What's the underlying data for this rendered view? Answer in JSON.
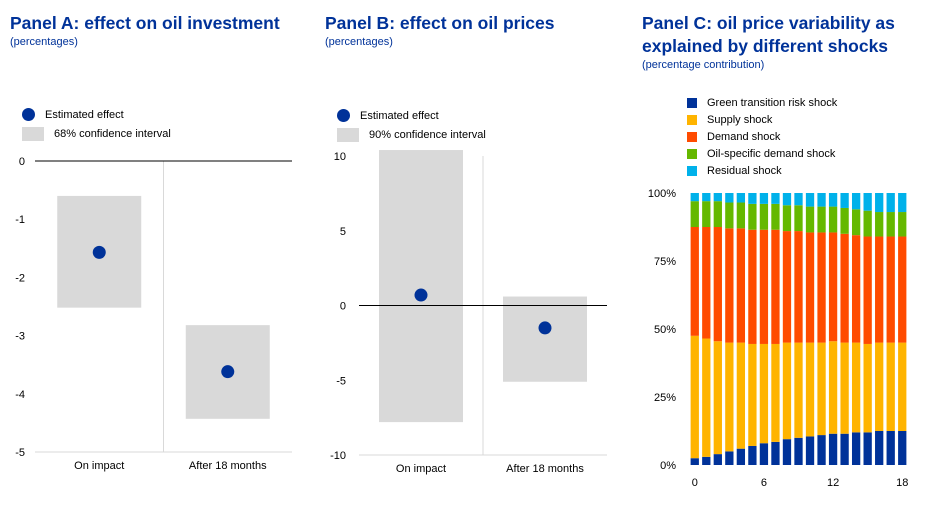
{
  "panel_a": {
    "title": "Panel A: effect on oil investment",
    "subtitle": "(percentages)",
    "legend": {
      "estimate": "Estimated effect",
      "interval": "68% confidence interval"
    }
  },
  "panel_b": {
    "title": "Panel B: effect on oil prices",
    "subtitle": "(percentages)",
    "legend": {
      "estimate": "Estimated effect",
      "interval": "90% confidence interval"
    }
  },
  "panel_c": {
    "title_line1": "Panel C: oil price variability as",
    "title_line2": "explained by different shocks",
    "subtitle": "(percentage contribution)"
  },
  "chart_data": [
    {
      "type": "scatter",
      "title": "Panel A: effect on oil investment",
      "categories": [
        "On impact",
        "After 18 months"
      ],
      "estimates": [
        -1.57,
        -3.62
      ],
      "ci_low": [
        -2.52,
        -4.43
      ],
      "ci_high": [
        -0.6,
        -2.82
      ],
      "ylim": [
        -5,
        0
      ],
      "yticks": [
        "0",
        "-1",
        "-2",
        "-3",
        "-4",
        "-5"
      ],
      "ytick_values": [
        0,
        -1,
        -2,
        -3,
        -4,
        -5
      ]
    },
    {
      "type": "scatter",
      "title": "Panel B: effect on oil prices",
      "categories": [
        "On impact",
        "After 18 months"
      ],
      "estimates": [
        0.7,
        -1.5
      ],
      "ci_low": [
        -7.8,
        -5.1
      ],
      "ci_high": [
        10.4,
        0.6
      ],
      "ylim": [
        -10,
        10
      ],
      "yticks": [
        "10",
        "5",
        "0",
        "-5",
        "-10"
      ],
      "ytick_values": [
        10,
        5,
        0,
        -5,
        -10
      ]
    },
    {
      "type": "bar",
      "stacked": true,
      "title": "Panel C: oil price variability as explained by different shocks",
      "x": [
        0,
        1,
        2,
        3,
        4,
        5,
        6,
        7,
        8,
        9,
        10,
        11,
        12,
        13,
        14,
        15,
        16,
        17,
        18
      ],
      "xticks": [
        "0",
        "6",
        "12",
        "18"
      ],
      "xtick_values": [
        0,
        6,
        12,
        18
      ],
      "yticks": [
        "0%",
        "25%",
        "50%",
        "75%",
        "100%"
      ],
      "ytick_values": [
        0,
        25,
        50,
        75,
        100
      ],
      "ylim": [
        0,
        100
      ],
      "series": [
        {
          "name": "Green transition risk shock",
          "color": "#003299",
          "values": [
            2.5,
            3,
            4,
            5,
            6,
            7,
            8,
            8.5,
            9.5,
            10,
            10.5,
            11,
            11.5,
            11.5,
            12,
            12,
            12.5,
            12.5,
            12.5
          ]
        },
        {
          "name": "Supply shock",
          "color": "#ffb400",
          "values": [
            45,
            43.5,
            41.5,
            40,
            39,
            37.5,
            36.5,
            36,
            35.5,
            35,
            34.5,
            34,
            34,
            33.5,
            33,
            32.5,
            32.5,
            32.5,
            32.5
          ]
        },
        {
          "name": "Demand shock",
          "color": "#ff4b00",
          "values": [
            40,
            41,
            42,
            42,
            42,
            42,
            42,
            42,
            41,
            41,
            40.5,
            40.5,
            40,
            40,
            39.5,
            39.5,
            39,
            39,
            39
          ]
        },
        {
          "name": "Oil-specific demand shock",
          "color": "#65b800",
          "values": [
            9.5,
            9.5,
            9.5,
            9.5,
            9.5,
            9.5,
            9.5,
            9.5,
            9.5,
            9.5,
            9.5,
            9.5,
            9.5,
            9.5,
            9.5,
            9.5,
            9,
            9,
            9
          ]
        },
        {
          "name": "Residual shock",
          "color": "#00b1ea",
          "values": [
            3,
            3,
            3,
            3.5,
            3.5,
            4,
            4,
            4,
            4.5,
            4.5,
            5,
            5,
            5,
            5.5,
            6,
            6.5,
            7,
            7,
            7
          ]
        }
      ]
    }
  ]
}
